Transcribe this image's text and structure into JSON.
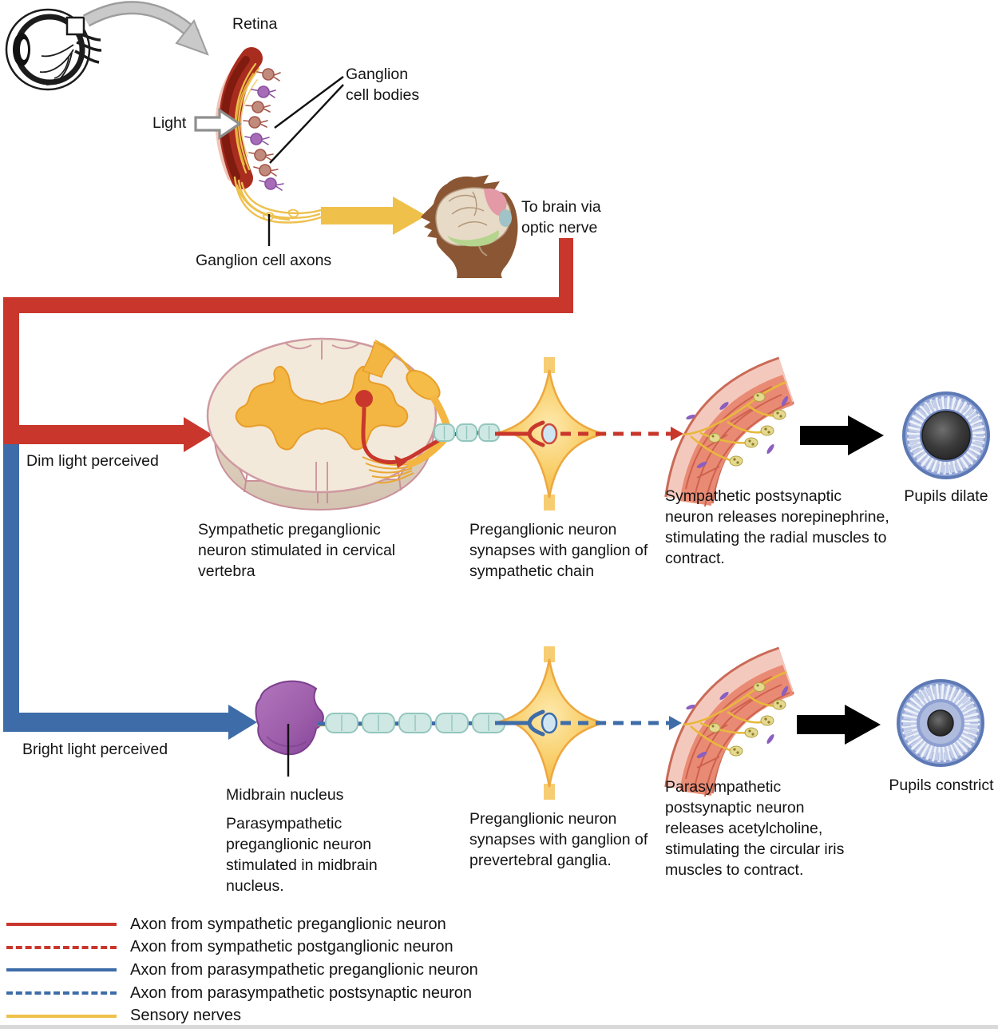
{
  "title": "Pupillary light reflex: sympathetic and parasympathetic pathways",
  "colors": {
    "red": "#c9372c",
    "blue": "#3e6ca8",
    "yellow": "#efc14b",
    "ganglion_yellow": "#f6bb45",
    "gray_matter_yellow": "#f4b642",
    "spinal_beige": "#f3e9da",
    "muscle_salmon": "#e98b74",
    "muscle_light": "#f4c9bd",
    "midbrain_purple": "#9c5ca9",
    "myelin_teal": "#cfe8e3",
    "iris_blue": "#c3cde8",
    "iris_rim": "#5d79b5",
    "head_brown": "#8a5633"
  },
  "top": {
    "retina_label": "Retina",
    "ganglion_cell_bodies_label": "Ganglion cell bodies",
    "light_label": "Light",
    "ganglion_cell_axons_label": "Ganglion cell axons",
    "to_brain_label": "To brain via optic nerve"
  },
  "sympathetic_row": {
    "trigger_label": "Dim light perceived",
    "step1": "Sympathetic preganglionic neuron stimulated in cervical vertebra",
    "step2": "Preganglionic neuron synapses with ganglion of sympathetic chain",
    "step3": "Sympathetic postsynaptic neuron releases norepinephrine, stimulating the radial muscles to contract.",
    "outcome": "Pupils dilate"
  },
  "parasympathetic_row": {
    "trigger_label": "Bright light perceived",
    "structure_label": "Midbrain nucleus",
    "step1": "Parasympathetic preganglionic neuron stimulated in midbrain nucleus.",
    "step2": "Preganglionic neuron synapses with ganglion of prevertebral ganglia.",
    "step3": "Parasympathetic postsynaptic neuron releases acetylcholine, stimulating the circular iris muscles to contract.",
    "outcome": "Pupils constrict"
  },
  "legend": {
    "items": [
      {
        "label": "Axon from sympathetic preganglionic neuron",
        "color": "#c9372c",
        "style": "solid"
      },
      {
        "label": "Axon from sympathetic postganglionic neuron",
        "color": "#c9372c",
        "style": "dashed"
      },
      {
        "label": "Axon from parasympathetic preganglionic neuron",
        "color": "#3e6ca8",
        "style": "solid"
      },
      {
        "label": "Axon from parasympathetic postsynaptic neuron",
        "color": "#3e6ca8",
        "style": "dashed"
      },
      {
        "label": "Sensory nerves",
        "color": "#efc14b",
        "style": "solid"
      }
    ]
  }
}
